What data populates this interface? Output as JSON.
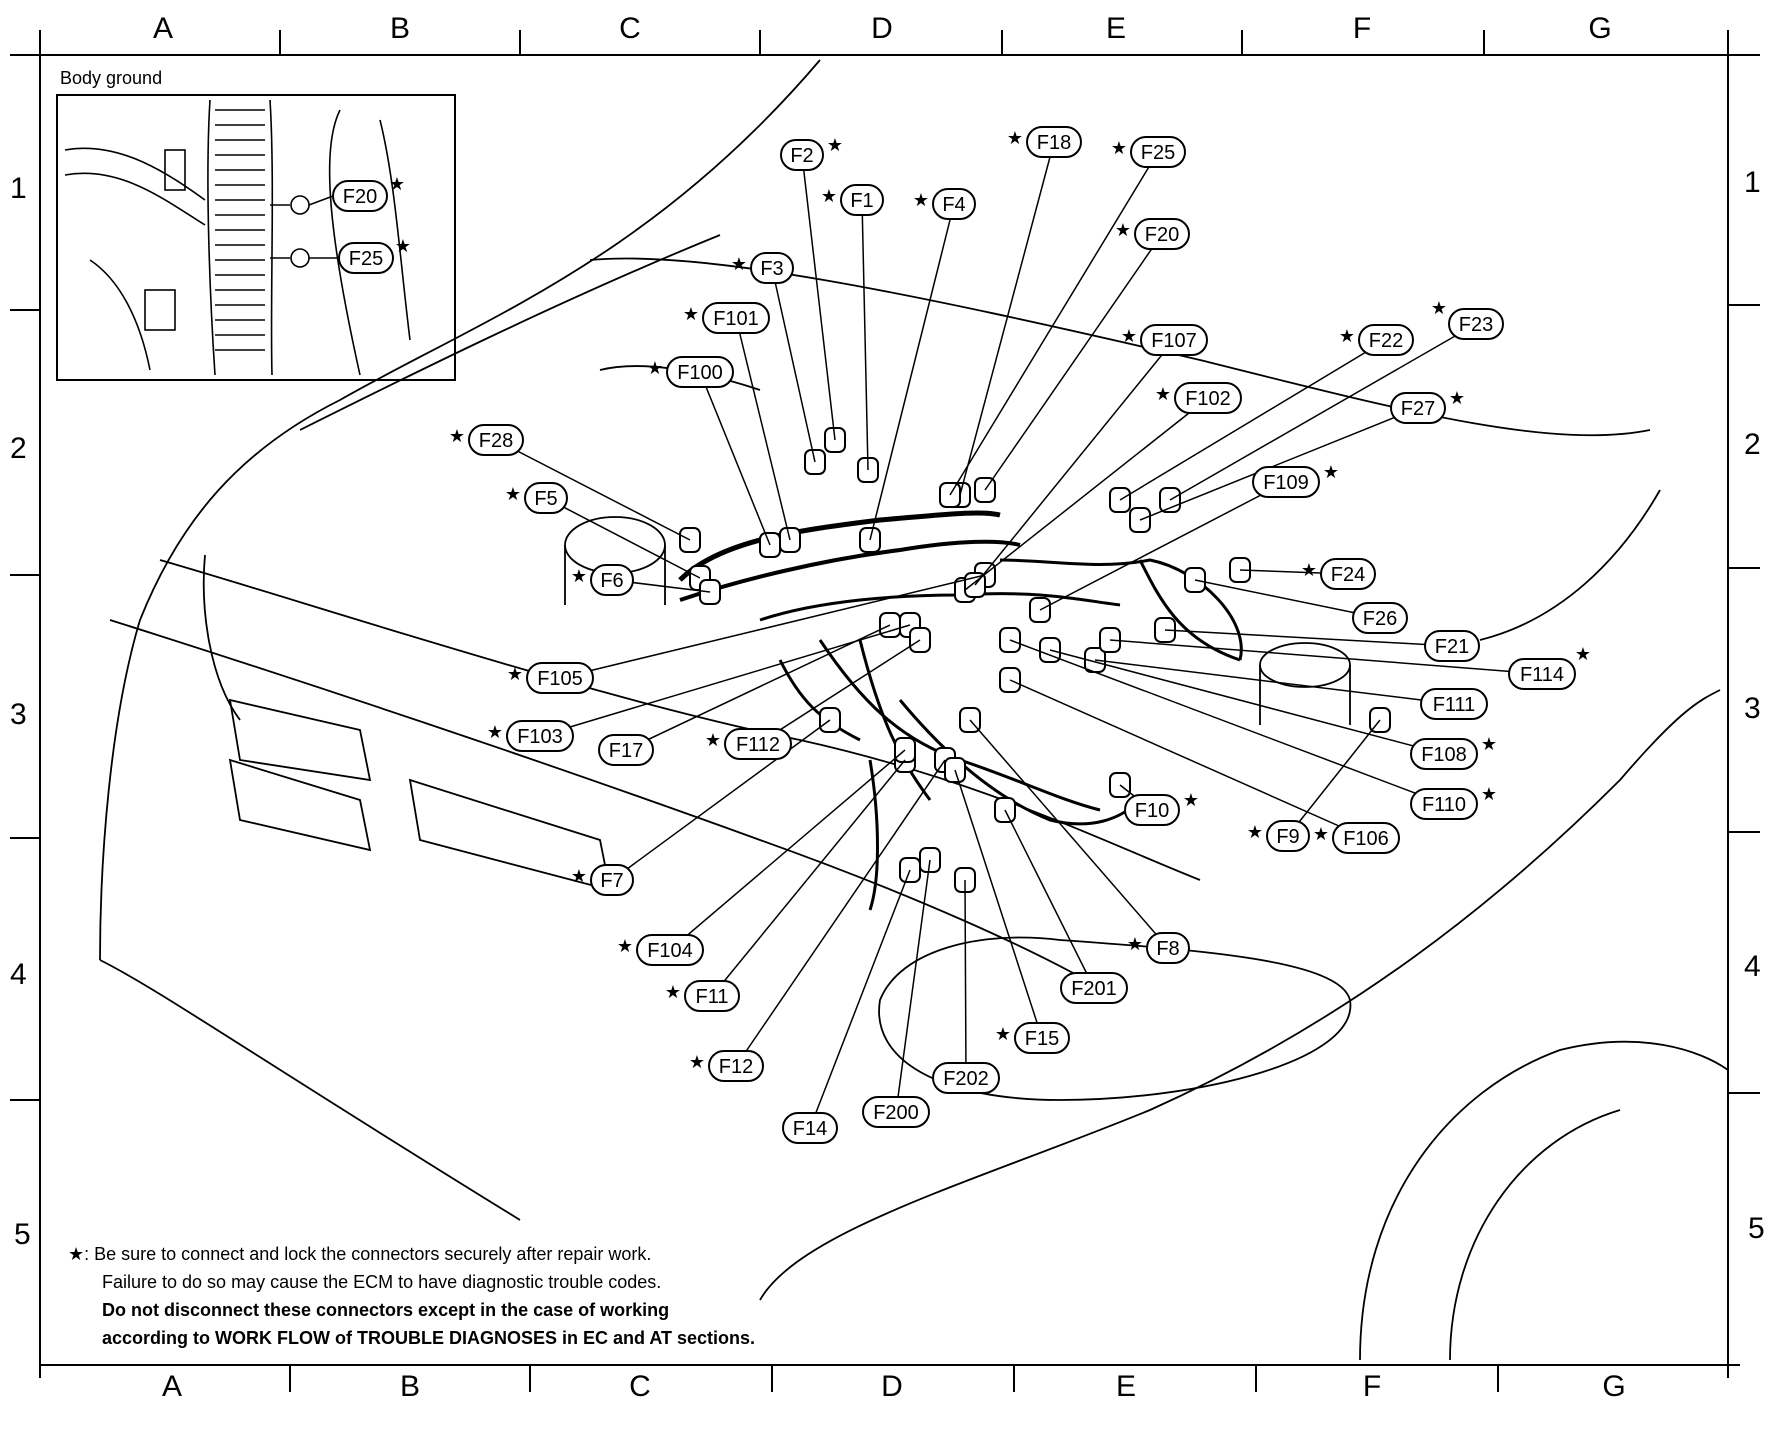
{
  "grid": {
    "columns": [
      "A",
      "B",
      "C",
      "D",
      "E",
      "F",
      "G"
    ],
    "rows": [
      "1",
      "2",
      "3",
      "4",
      "5"
    ]
  },
  "inset": {
    "title": "Body ground",
    "connectors": [
      {
        "id": "F20",
        "star": true
      },
      {
        "id": "F25",
        "star": true
      }
    ]
  },
  "connectors": [
    {
      "id": "F1",
      "star": true
    },
    {
      "id": "F2",
      "star": true
    },
    {
      "id": "F3",
      "star": true
    },
    {
      "id": "F4",
      "star": true
    },
    {
      "id": "F5",
      "star": true
    },
    {
      "id": "F6",
      "star": true
    },
    {
      "id": "F7",
      "star": true
    },
    {
      "id": "F8",
      "star": true
    },
    {
      "id": "F9",
      "star": true
    },
    {
      "id": "F10",
      "star": true
    },
    {
      "id": "F11",
      "star": true
    },
    {
      "id": "F12",
      "star": true
    },
    {
      "id": "F14",
      "star": false
    },
    {
      "id": "F15",
      "star": true
    },
    {
      "id": "F17",
      "star": false
    },
    {
      "id": "F18",
      "star": true
    },
    {
      "id": "F20",
      "star": true
    },
    {
      "id": "F21",
      "star": false
    },
    {
      "id": "F22",
      "star": true
    },
    {
      "id": "F23",
      "star": true
    },
    {
      "id": "F24",
      "star": true
    },
    {
      "id": "F25",
      "star": true
    },
    {
      "id": "F26",
      "star": false
    },
    {
      "id": "F27",
      "star": true
    },
    {
      "id": "F28",
      "star": true
    },
    {
      "id": "F100",
      "star": true
    },
    {
      "id": "F101",
      "star": true
    },
    {
      "id": "F102",
      "star": true
    },
    {
      "id": "F103",
      "star": true
    },
    {
      "id": "F104",
      "star": true
    },
    {
      "id": "F105",
      "star": true
    },
    {
      "id": "F106",
      "star": true
    },
    {
      "id": "F107",
      "star": true
    },
    {
      "id": "F108",
      "star": true
    },
    {
      "id": "F109",
      "star": true
    },
    {
      "id": "F110",
      "star": true
    },
    {
      "id": "F111",
      "star": false
    },
    {
      "id": "F112",
      "star": true
    },
    {
      "id": "F114",
      "star": true
    },
    {
      "id": "F200",
      "star": false
    },
    {
      "id": "F201",
      "star": false
    },
    {
      "id": "F202",
      "star": false
    }
  ],
  "note": {
    "line1": "★: Be sure to connect and lock the connectors securely after repair work.",
    "line2": "Failure to do so may cause the ECM to have diagnostic trouble codes.",
    "line3": "Do not disconnect these connectors except in the case of working",
    "line4": "according to WORK FLOW of TROUBLE DIAGNOSES in EC and AT sections."
  }
}
